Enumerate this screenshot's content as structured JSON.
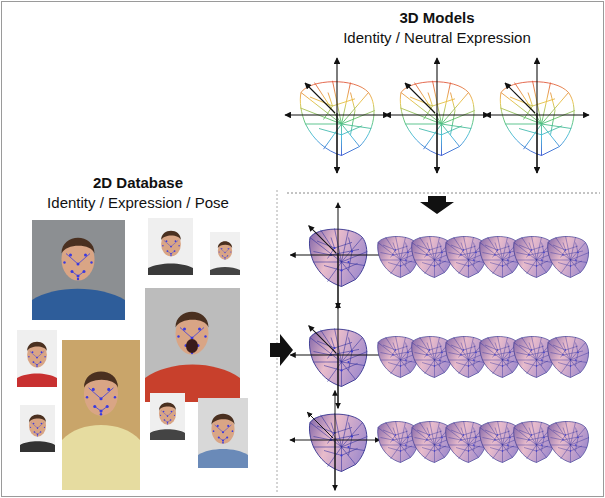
{
  "diagram": {
    "labels": [
      "3D Models",
      "Identity / Neutral Expression",
      "2D Database",
      "Identity / Expression / Pose"
    ]
  }
}
